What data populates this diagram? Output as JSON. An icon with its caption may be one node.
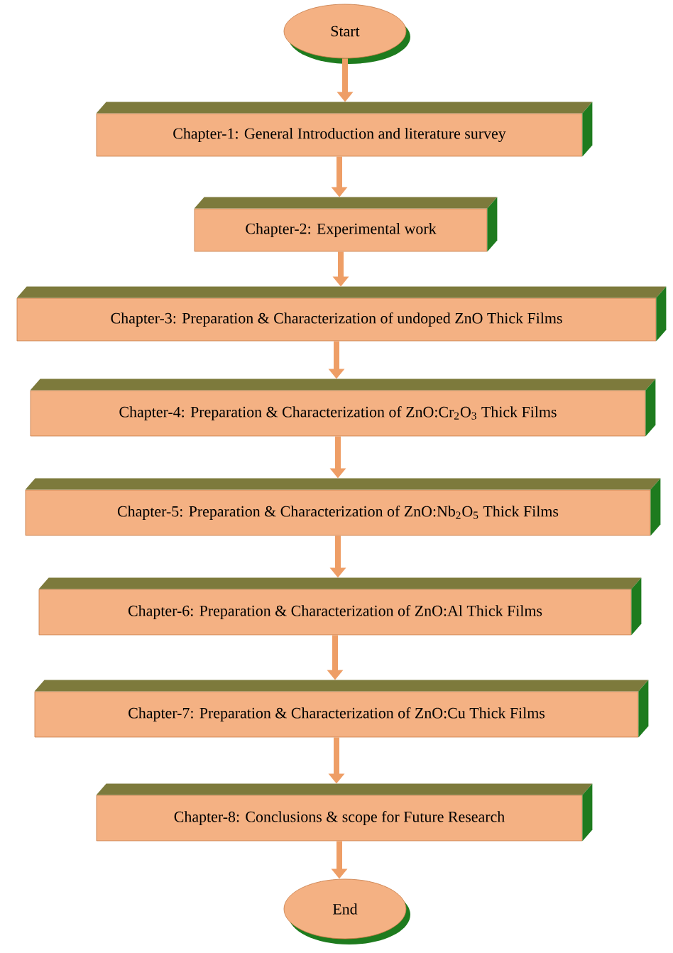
{
  "diagram": {
    "nodes": [
      {
        "text": [
          "Start"
        ]
      },
      {
        "text": [
          "Chapter-1: General Introduction and literature survey"
        ]
      },
      {
        "text": [
          "Chapter-2: Experimental work"
        ]
      },
      {
        "text": [
          "Chapter-3: Preparation & Characterization of undoped ZnO Thick Films"
        ]
      },
      {
        "text": [
          "Chapter-4: Preparation & Characterization of ZnO:Cr$_{2}$O$_{3}$ Thick Films"
        ]
      },
      {
        "text": [
          "Chapter-5: Preparation & Characterization of ZnO:Nb$_{2}$O$_{5}$ Thick Films"
        ]
      },
      {
        "text": [
          "Chapter-6: Preparation & Characterization of ZnO:Al Thick Films"
        ]
      },
      {
        "text": [
          "Chapter-7: Preparation & Characterization of ZnO:Cu Thick Films"
        ]
      },
      {
        "text": [
          "Chapter-8: Conclusions & scope for Future Research"
        ]
      },
      {
        "text": [
          "End"
        ]
      }
    ],
    "edges": [
      {
        "from": 0,
        "to": 1,
        "arrow": "to"
      },
      {
        "from": 1,
        "to": 2,
        "arrow": "to"
      },
      {
        "from": 2,
        "to": 3,
        "arrow": "to"
      },
      {
        "from": 3,
        "to": 4,
        "arrow": "to"
      },
      {
        "from": 4,
        "to": 5,
        "arrow": "to"
      },
      {
        "from": 5,
        "to": 6,
        "arrow": "to"
      },
      {
        "from": 6,
        "to": 7,
        "arrow": "to"
      },
      {
        "from": 7,
        "to": 8,
        "arrow": "to"
      },
      {
        "from": 8,
        "to": 9,
        "arrow": "to"
      }
    ]
  }
}
